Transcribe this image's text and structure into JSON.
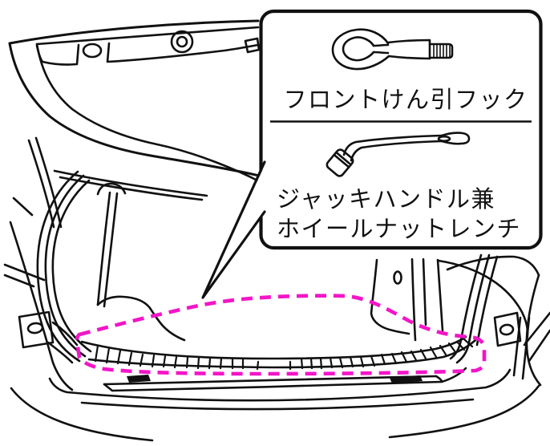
{
  "figure": {
    "kind": "owners-manual-trunk-tool-location-diagram",
    "colors": {
      "line": "#111111",
      "highlight": "#F315C8",
      "background": "#ffffff"
    },
    "callout": {
      "tools": [
        {
          "icon": "tow-hook-icon",
          "label": "フロントけん引フック"
        },
        {
          "icon": "jack-handle-wrench-icon",
          "label_line1": "ジャッキハンドル兼",
          "label_line2": "ホイールナットレンチ"
        }
      ]
    },
    "highlight_area": "trunk-floor-storage-area"
  }
}
